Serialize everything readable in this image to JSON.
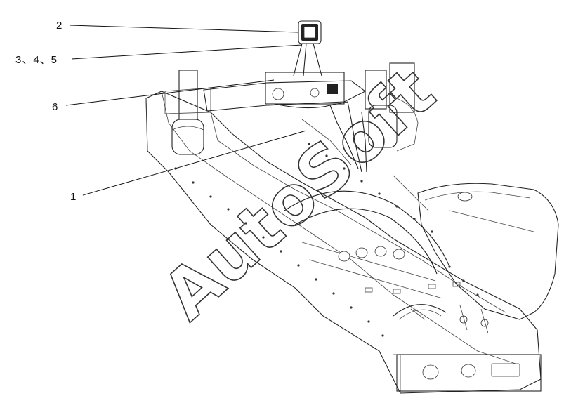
{
  "callouts": {
    "c1": "1",
    "c2": "2",
    "c345": "3、4、5",
    "c6": "6"
  },
  "watermark": "AutoSoft"
}
